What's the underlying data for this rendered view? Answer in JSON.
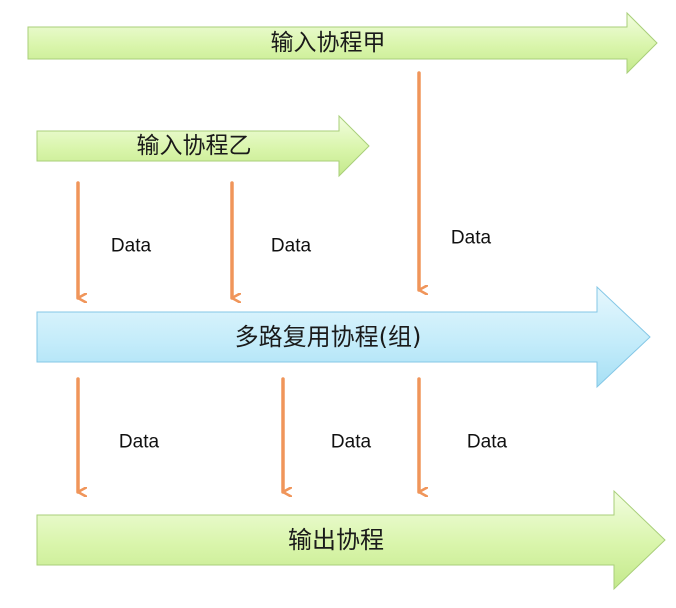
{
  "diagram": {
    "process_a": {
      "label": "输入协程甲",
      "fill": "#d8f5a9",
      "stroke": "#a9cf7a"
    },
    "process_b": {
      "label": "输入协程乙",
      "fill": "#d8f5a9",
      "stroke": "#a9cf7a"
    },
    "multiplexer": {
      "label": "多路复用协程(组)",
      "fill": "#c2ecfa",
      "stroke": "#84c7e6"
    },
    "output": {
      "label": "输出协程",
      "fill": "#d8f5a9",
      "stroke": "#a9cf7a"
    },
    "flow_arrow_color": "#f0955a",
    "data_label": "Data"
  }
}
